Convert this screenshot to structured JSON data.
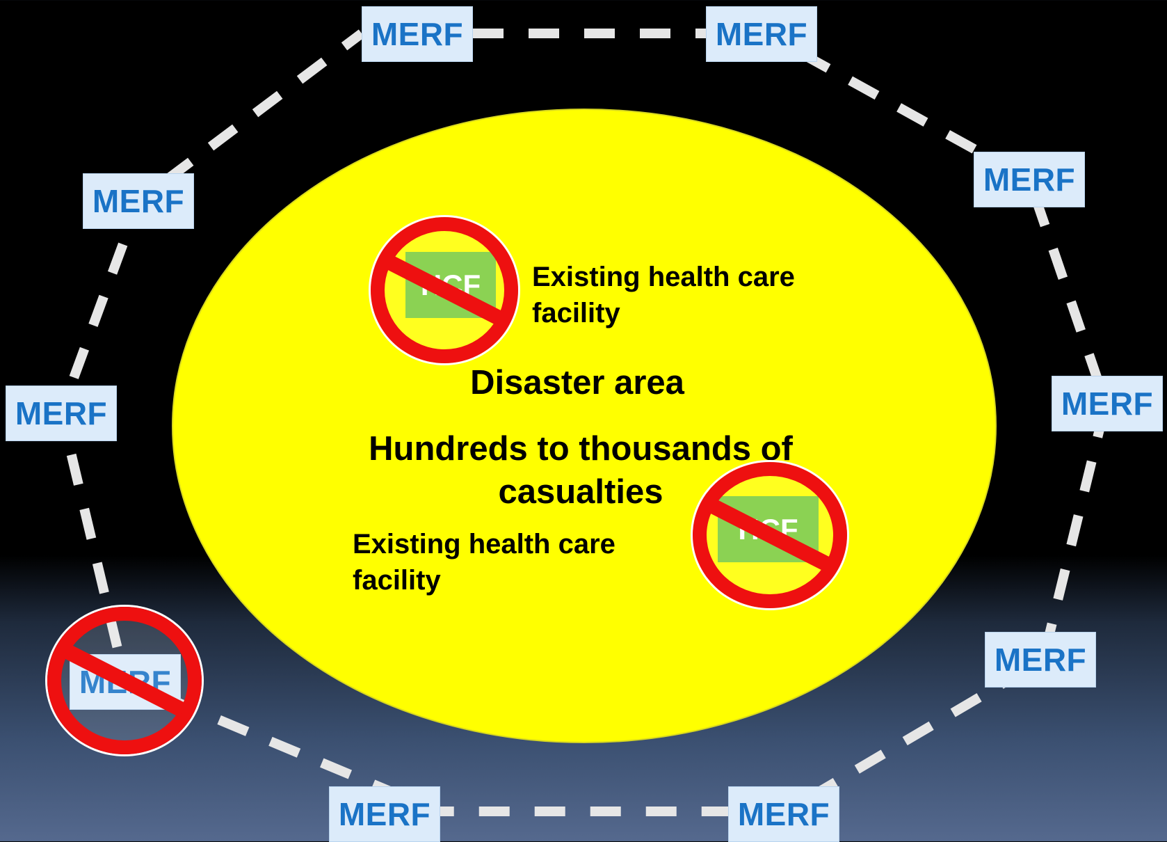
{
  "diagram": {
    "center": {
      "title": "Disaster area",
      "subtitle": "Hundreds to thousands of casualties"
    },
    "facility_label": "Existing health care facility",
    "facility_box_text": "HCF",
    "merf_label": "MERF",
    "merf_nodes": [
      {
        "id": "top-left",
        "label": "MERF",
        "prohibited": false
      },
      {
        "id": "top-right",
        "label": "MERF",
        "prohibited": false
      },
      {
        "id": "upper-left",
        "label": "MERF",
        "prohibited": false
      },
      {
        "id": "upper-right",
        "label": "MERF",
        "prohibited": false
      },
      {
        "id": "mid-left",
        "label": "MERF",
        "prohibited": false
      },
      {
        "id": "mid-right",
        "label": "MERF",
        "prohibited": false
      },
      {
        "id": "lower-left",
        "label": "MERF",
        "prohibited": true
      },
      {
        "id": "lower-right",
        "label": "MERF",
        "prohibited": false
      },
      {
        "id": "bottom-left",
        "label": "MERF",
        "prohibited": false
      },
      {
        "id": "bottom-right",
        "label": "MERF",
        "prohibited": false
      }
    ],
    "colors": {
      "disaster_area": "#ffff00",
      "merf_box": "#dcebfa",
      "merf_text": "#1a73c6",
      "hcf_box": "#7ccc3c",
      "prohibition": "#ee1010",
      "ring_dashes": "#e6e6e6"
    }
  }
}
